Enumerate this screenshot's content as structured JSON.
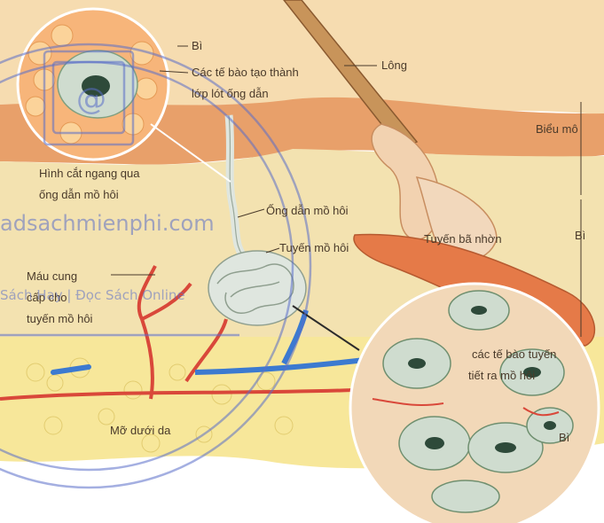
{
  "labels": {
    "bi_top": "Bì",
    "lining_cells_line1": "Các tế bào tạo thành",
    "lining_cells_line2": "lớp lót ống dẫn",
    "hair": "Lông",
    "epidermis": "Biểu mô",
    "cross_section_line1": "Hình cắt ngang qua",
    "cross_section_line2": "ống dẫn mồ hôi",
    "sweat_duct": "Ống dẫn mồ hôi",
    "sebaceous_gland": "Tuyến bã nhờn",
    "dermis": "Bì",
    "sweat_gland": "Tuyến mồ hôi",
    "blood_supply_line1": "Máu cung",
    "blood_supply_line2": "cấp cho",
    "blood_supply_line3": "tuyến mồ hôi",
    "secretory_cells_line1": "các tế bào tuyến",
    "secretory_cells_line2": "tiết ra mồ hôi",
    "subcutaneous_fat": "Mỡ dưới da",
    "bi_bottom": "Bì"
  },
  "watermark": {
    "site": "adsachmienphi.com",
    "tagline": "Sách Hay | Đọc Sách Online",
    "at_sign": "@"
  },
  "colors": {
    "epidermis": "#e8a06a",
    "dermis": "#f3e2b0",
    "fat": "#f7e79a",
    "blood": "#d9483a",
    "vein": "#3c7ad0",
    "watermark": "#6a7ed0"
  }
}
